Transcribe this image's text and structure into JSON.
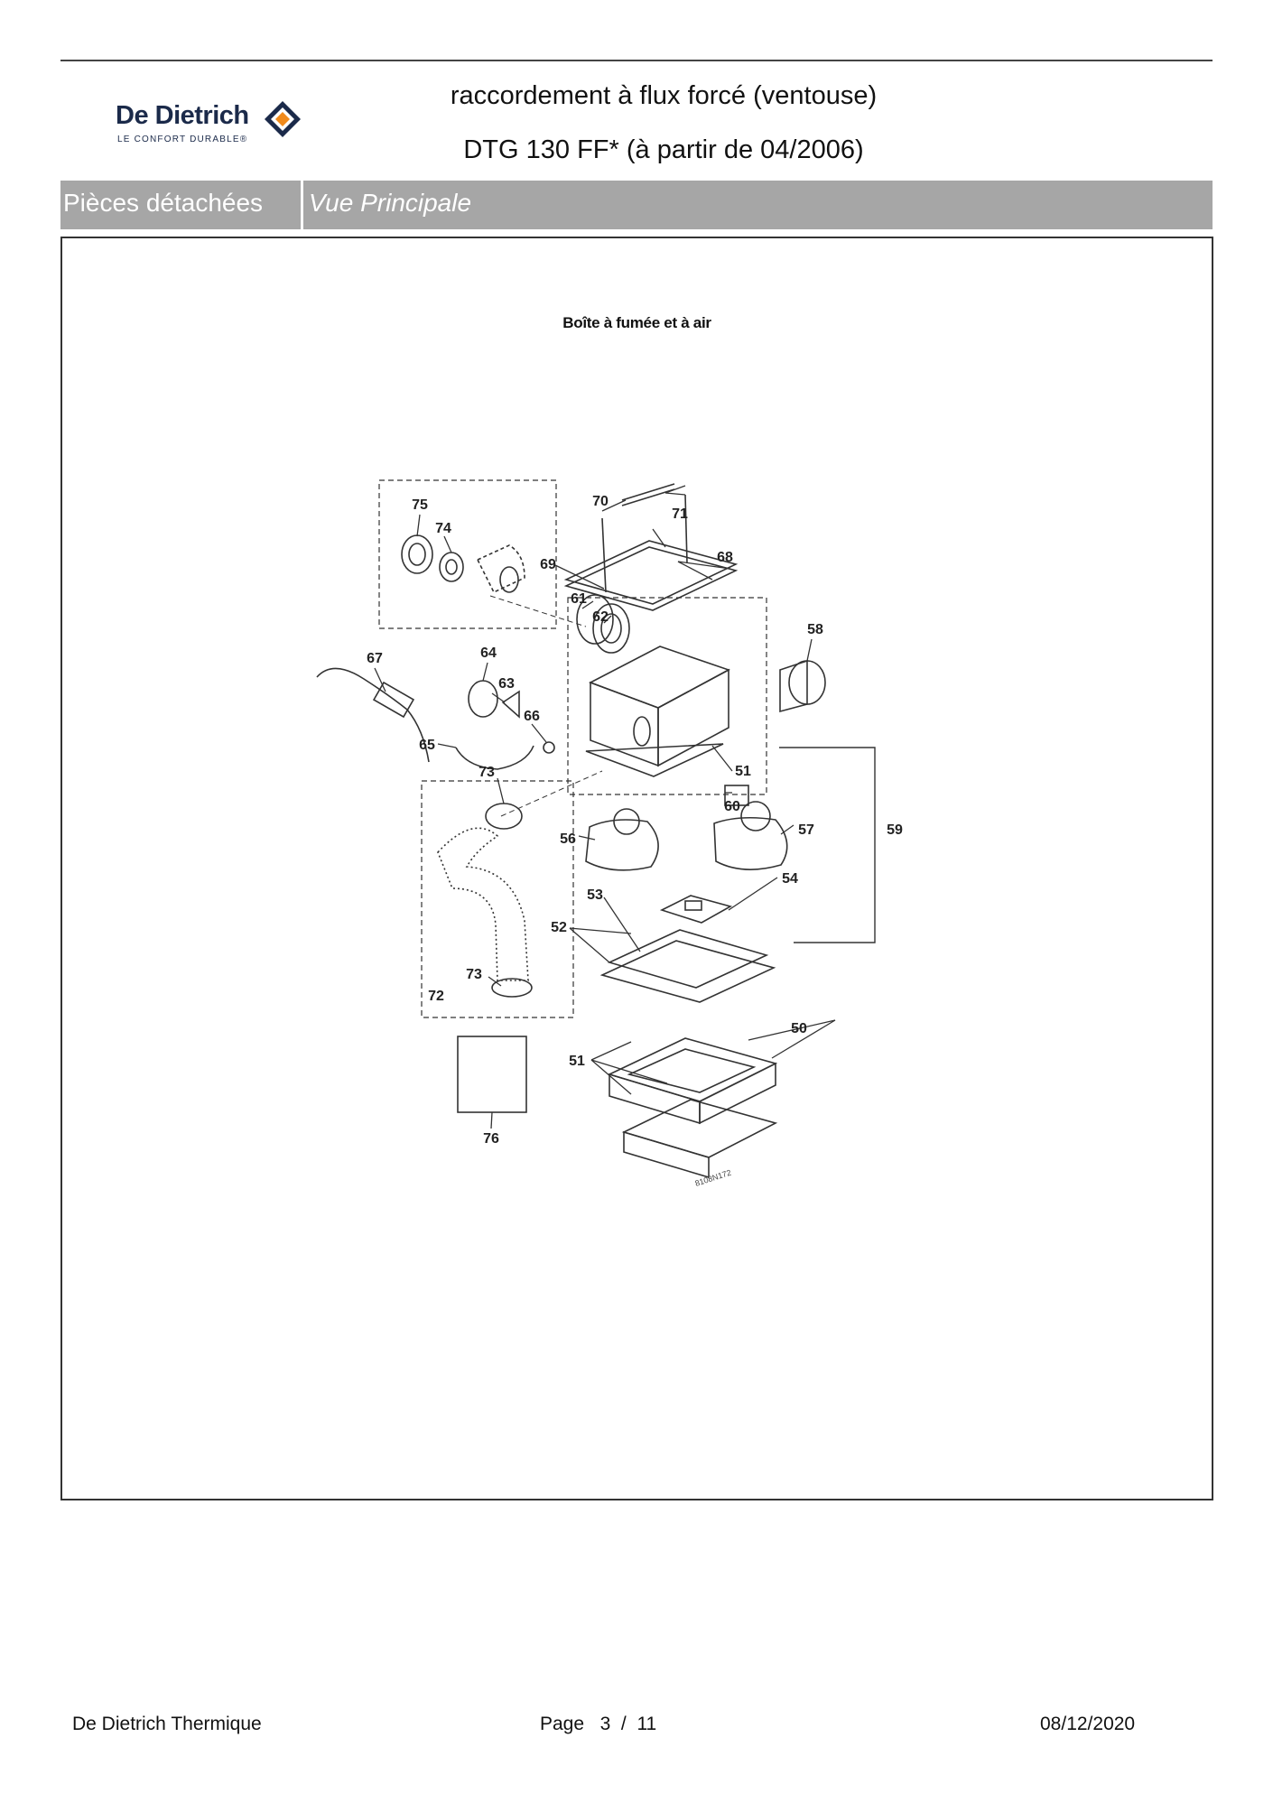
{
  "header": {
    "brand": "De Dietrich",
    "tagline": "LE CONFORT DURABLE®",
    "title_line1": "raccordement à flux forcé (ventouse)",
    "title_line2": "DTG 130 FF* (à partir de 04/2006)"
  },
  "nav": {
    "section": "Pièces détachées",
    "view": "Vue Principale"
  },
  "diagram": {
    "title": "Boîte à fumée et à air",
    "labels": {
      "p50": "50",
      "p51a": "51",
      "p51b": "51",
      "p52": "52",
      "p53": "53",
      "p54": "54",
      "p56": "56",
      "p57": "57",
      "p58": "58",
      "p59": "59",
      "p60": "60",
      "p61": "61",
      "p62": "62",
      "p63": "63",
      "p64": "64",
      "p65": "65",
      "p66": "66",
      "p67": "67",
      "p68": "68",
      "p69": "69",
      "p70": "70",
      "p71": "71",
      "p72": "72",
      "p73a": "73",
      "p73b": "73",
      "p74": "74",
      "p75": "75",
      "p76": "76"
    },
    "stamp": "8108N172"
  },
  "footer": {
    "company": "De Dietrich Thermique",
    "page_word": "Page",
    "page_current": "3",
    "page_sep": "/",
    "page_total": "11",
    "date": "08/12/2020"
  },
  "colors": {
    "bar": "#a6a6a6",
    "brand_navy": "#1b2a4a",
    "brand_orange": "#f08a1c"
  }
}
